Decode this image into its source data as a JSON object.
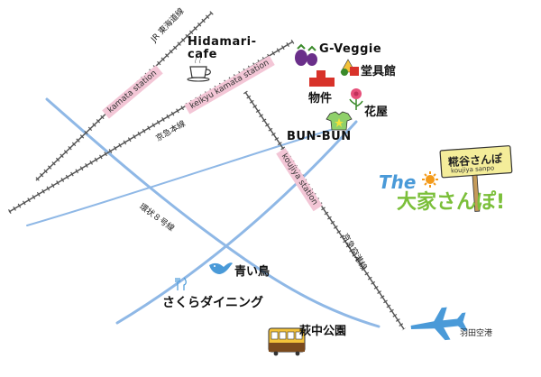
{
  "colors": {
    "road": "#8fb8e6",
    "rail": "#555555",
    "station_tag": "#f3c6d6",
    "brand_green": "#7bbf3a",
    "brand_orange": "#f39a1a",
    "brand_blue": "#4a9ad8",
    "sign_board": "#f4ed9a"
  },
  "lines": {
    "jr_tohoku": "JR 東海道線",
    "keikyu_main": "京急本線",
    "kanpachi": "環状８号線",
    "keikyu_airport": "京急空港線",
    "haneda": "羽田空港"
  },
  "stations": {
    "kamata": "kamata station",
    "keikyu_kamata": "keikyu kamata station",
    "koujiya": "koujiya station"
  },
  "places": {
    "hidamari": [
      "Hidamari-",
      "cafe"
    ],
    "gveggie": "G-Veggie",
    "dougukan": "堂具館",
    "bukken": "物件",
    "hanaya": "花屋",
    "bunbun": "BUN-BUN",
    "aoitori": "青い鳥",
    "sakura": "さくらダイニング",
    "hagina": "萩中公園"
  },
  "logo": {
    "the": "The",
    "main": "大家さんぽ!",
    "sign_jp": "糀谷さんぽ",
    "sign_en": "koujiya sanpo"
  },
  "icons": [
    "coffee-cup-icon",
    "vegetables-icon",
    "shapes-icon",
    "house-icon",
    "flower-icon",
    "tshirt-icon",
    "bird-icon",
    "fork-knife-icon",
    "train-icon",
    "airplane-icon",
    "sun-icon"
  ]
}
